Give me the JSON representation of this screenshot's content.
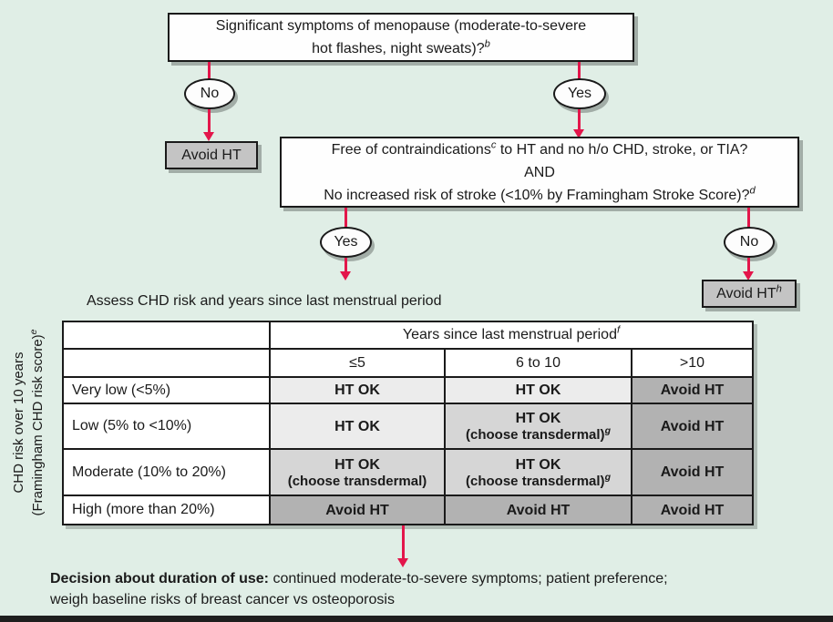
{
  "colors": {
    "background": "#e0eee6",
    "arrow_red": "#e3164b",
    "action_box_gray": "#c4c4c4",
    "border_black": "#1a1a1a",
    "cell_shades": {
      "light": "#ececec",
      "medium": "#d6d6d6",
      "dark": "#b2b2b2"
    }
  },
  "flow": {
    "question1": {
      "line1": "Significant symptoms of menopause (moderate-to-severe",
      "line2": "hot flashes, night sweats)?",
      "sup": "b"
    },
    "no1": "No",
    "yes1": "Yes",
    "avoid_ht_left": "Avoid HT",
    "question2": {
      "line1_pre": "Free of contraindications",
      "line1_sup": "c",
      "line1_post": " to HT and no h/o CHD, stroke, or TIA?",
      "line2": "AND",
      "line3": "No increased risk of stroke (<10% by Framingham Stroke Score)?",
      "line3_sup": "d"
    },
    "yes2": "Yes",
    "no2": "No",
    "avoid_ht_right": {
      "text": "Avoid HT",
      "sup": "h"
    },
    "assess_label": "Assess CHD risk and years since last menstrual period"
  },
  "table": {
    "side_label": {
      "line1": "CHD risk over 10 years",
      "line2": "(Framingham CHD risk score)",
      "sup": "e"
    },
    "col_group_header": {
      "text": "Years since last menstrual period",
      "sup": "f"
    },
    "col_headers": [
      "≤5",
      "6 to 10",
      ">10"
    ],
    "rows": [
      {
        "label": "Very low (<5%)",
        "cells": [
          {
            "label": "HT OK",
            "shade": "light"
          },
          {
            "label": "HT OK",
            "shade": "light"
          },
          {
            "label": "Avoid HT",
            "shade": "dark"
          }
        ]
      },
      {
        "label": "Low (5% to <10%)",
        "cells": [
          {
            "label": "HT OK",
            "shade": "light"
          },
          {
            "label": "HT OK",
            "sub": "(choose transdermal)",
            "sub_sup": "g",
            "shade": "medium"
          },
          {
            "label": "Avoid HT",
            "shade": "dark"
          }
        ]
      },
      {
        "label": "Moderate (10% to 20%)",
        "cells": [
          {
            "label": "HT OK",
            "sub": "(choose transdermal)",
            "shade": "medium"
          },
          {
            "label": "HT OK",
            "sub": "(choose transdermal)",
            "sub_sup": "g",
            "shade": "medium"
          },
          {
            "label": "Avoid HT",
            "shade": "dark"
          }
        ]
      },
      {
        "label": "High (more than 20%)",
        "cells": [
          {
            "label": "Avoid HT",
            "shade": "dark"
          },
          {
            "label": "Avoid HT",
            "shade": "dark"
          },
          {
            "label": "Avoid HT",
            "shade": "dark"
          }
        ]
      }
    ]
  },
  "footer": {
    "lead": "Decision about duration of use:",
    "rest": " continued moderate-to-severe symptoms; patient preference;",
    "line2": "weigh baseline risks of breast cancer vs osteoporosis"
  }
}
